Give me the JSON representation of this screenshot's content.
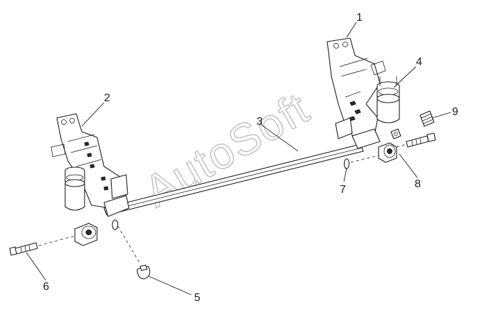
{
  "watermark": "AutoSoft",
  "callouts": [
    "1",
    "2",
    "3",
    "4",
    "5",
    "6",
    "7",
    "8",
    "9"
  ],
  "colors": {
    "line": "#1a1a1a",
    "watermark": "#bdbdbd",
    "background": "#ffffff"
  }
}
